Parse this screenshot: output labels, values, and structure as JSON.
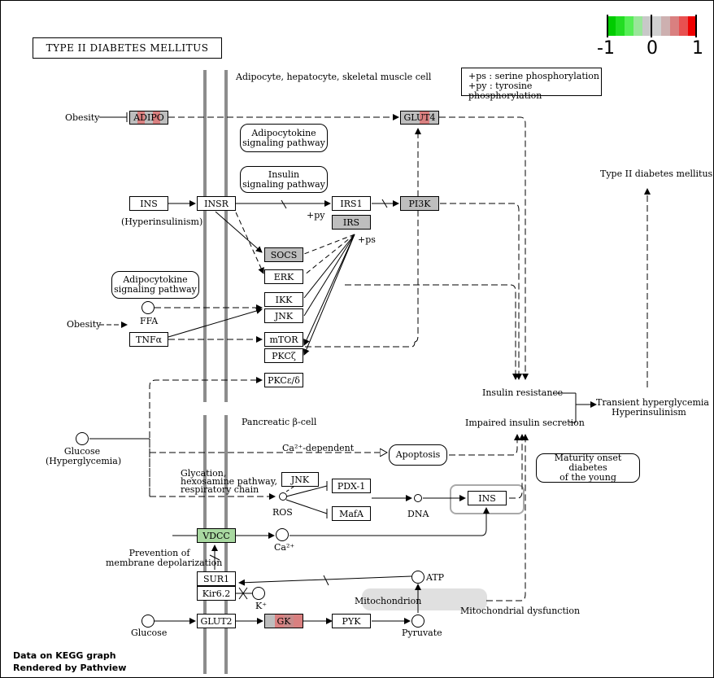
{
  "title": "TYPE II DIABETES MELLITUS",
  "legend": {
    "colors": [
      "#00cc00",
      "#22dd22",
      "#55ee55",
      "#99e699",
      "#c8c8c8",
      "#d0d0d0",
      "#cdb0b0",
      "#d98080",
      "#e85050",
      "#ee0000"
    ],
    "min_label": "-1",
    "mid_label": "0",
    "max_label": "1",
    "note_line1": "+ps : serine phosphorylation",
    "note_line2": "+py : tyrosine phosphorylation"
  },
  "compartments": {
    "top": "Adipocyte, hepatocyte, skeletal muscle cell",
    "bottom": "Pancreatic β-cell",
    "mitochondrion": "Mitochondrion"
  },
  "genes": {
    "adipo": "ADIPO",
    "glut4": "GLUT4",
    "ins_left": "INS",
    "insr": "INSR",
    "irs1": "IRS1",
    "pi3k": "PI3K",
    "irs": "IRS",
    "socs": "SOCS",
    "erk": "ERK",
    "ikk": "IKK",
    "jnk": "JNK",
    "tnfa": "TNFα",
    "mtor": "mTOR",
    "pkcz": "PKCζ",
    "pkced": "PKCε/δ",
    "jnk2": "JNK",
    "pdx1": "PDX-1",
    "mafa": "MafA",
    "ins_beta": "INS",
    "vdcc": "VDCC",
    "sur1": "SUR1",
    "kir62": "Kir6.2",
    "glut2": "GLUT2",
    "gk": "GK",
    "pyk": "PYK"
  },
  "gene_colors": {
    "adipo": [
      "#bebebe",
      "#d98080",
      "#bebebe",
      "#d98080",
      "#bebebe"
    ],
    "glut4": [
      "#bebebe",
      "#bebebe",
      "#d98080",
      "#bebebe"
    ],
    "vdcc": [
      "#a8d8a0"
    ],
    "gk": [
      "#bebebe",
      "#d98080",
      "#c88a8a",
      "#d98080"
    ]
  },
  "pathways": {
    "adipocytokine1_l1": "Adipocytokine",
    "adipocytokine1_l2": "signaling pathway",
    "insulin_l1": "Insulin",
    "insulin_l2": "signaling pathway",
    "adipocytokine2_l1": "Adipocytokine",
    "adipocytokine2_l2": "signaling pathway",
    "apoptosis": "Apoptosis",
    "mody_l1": "Maturity onset diabetes",
    "mody_l2": "of the young"
  },
  "labels": {
    "obesity1": "Obesity",
    "obesity2": "Obesity",
    "hyperinsulinism": "(Hyperinsulinism)",
    "py": "+py",
    "ps": "+ps",
    "ffa": "FFA",
    "glucose_hyper_l1": "Glucose",
    "glucose_hyper_l2": "(Hyperglycemia)",
    "ca_dependent": "Ca²⁺-dependent",
    "glycation_l1": "Glycation,",
    "glycation_l2": "hexosamine pathway,",
    "glycation_l3": "respiratory chain",
    "ros": "ROS",
    "dna": "DNA",
    "ca2": "Ca²⁺",
    "prevention_l1": "Prevention of",
    "prevention_l2": "membrane depolarization",
    "kplus": "K⁺",
    "atp": "ATP",
    "glucose2": "Glucose",
    "pyruvate": "Pyruvate",
    "mito_dysfunction": "Mitochondrial dysfunction",
    "insulin_resistance": "Insulin resistance",
    "impaired_secretion": "Impaired insulin secretion",
    "transient_l1": "Transient hyperglycemia",
    "transient_l2": "Hyperinsulinism",
    "t2dm": "Type II diabetes mellitus"
  },
  "footer": {
    "line1": "Data on KEGG graph",
    "line2": "Rendered by Pathview"
  }
}
